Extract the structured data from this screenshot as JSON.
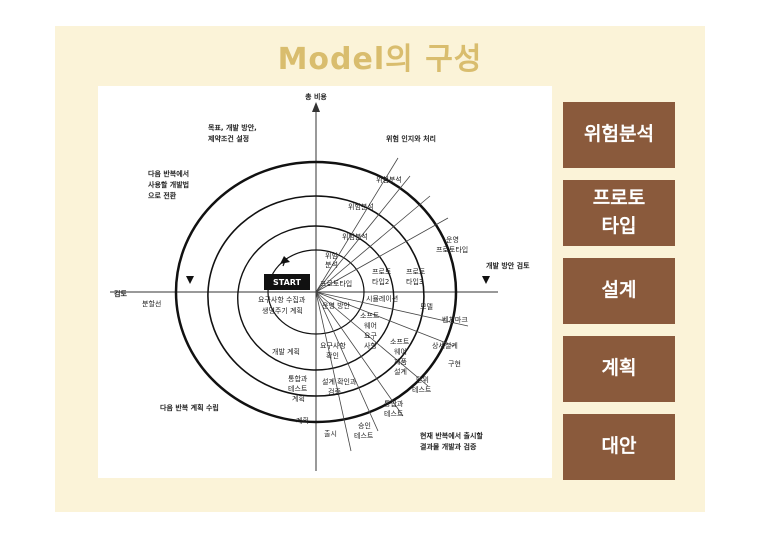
{
  "title": "Model의 구성",
  "menu": [
    {
      "label": "위험분석"
    },
    {
      "label": "프로토\n타입"
    },
    {
      "label": "설계"
    },
    {
      "label": "계획"
    },
    {
      "label": "대안"
    }
  ],
  "diagram": {
    "axis_top": "총 비용",
    "axis_left": "검토",
    "axis_left_inner": "분할선",
    "axis_right": "개발 방안 검토",
    "q1_top_left": [
      "목표, 개발 방안,",
      "제약조건 설정"
    ],
    "q1_top_right": "위험 인지와 처리",
    "q_left_top": [
      "다음 반복에서",
      "사용할 개발법",
      "으로 전환"
    ],
    "q_bottom_left": "다음 반복 계획 수립",
    "q_bottom_right": [
      "현재 반복에서 출시할",
      "결과물 개발과 검증"
    ],
    "risk1": "위험분석",
    "risk2": "위험분석",
    "risk3": "위험분석",
    "risk4": [
      "위험",
      "분석"
    ],
    "proto_ops": [
      "운영",
      "프로토타입"
    ],
    "proto1": "프로토타입",
    "proto2": [
      "프로토",
      "타입2"
    ],
    "proto3": [
      "프로토",
      "타입3"
    ],
    "simulation": "시뮬레이션",
    "model": "모델",
    "benchmark": "벤치마크",
    "ops_plan": "운영 방안",
    "sw_req": [
      "소프트",
      "웨어",
      "요구",
      "사항"
    ],
    "sw_design": [
      "소프트",
      "웨어",
      "제품",
      "설계"
    ],
    "detail_design": "상세설계",
    "implement": "구현",
    "unit_test": [
      "단위",
      "테스트"
    ],
    "integ_test": [
      "통합과",
      "테스트"
    ],
    "accept_test": [
      "승인",
      "테스트"
    ],
    "release": "출시",
    "plan": "계획",
    "start": "START",
    "req_collect": [
      "요구사항 수집과",
      "생명주기 계획"
    ],
    "dev_plan": "개발 계획",
    "req_confirm": [
      "요구사항",
      "확인"
    ],
    "design_confirm": [
      "설계 확인과",
      "검증"
    ],
    "integ_test_plan": [
      "통합과",
      "테스트",
      "계획"
    ]
  }
}
